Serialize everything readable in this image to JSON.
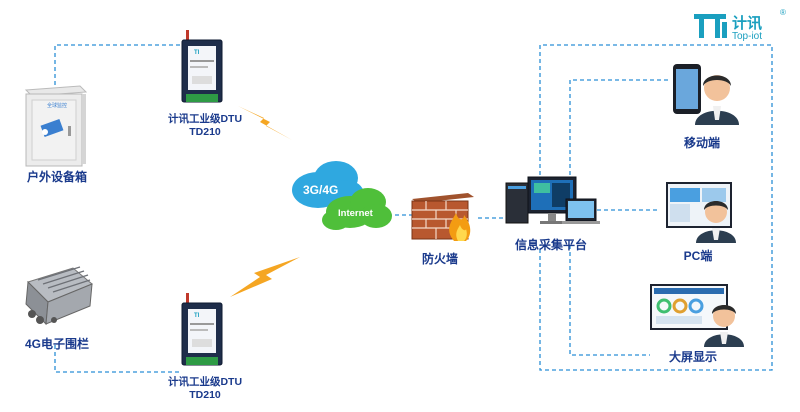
{
  "logo": {
    "cn": "计讯",
    "en": "Top-iot",
    "reg": "®"
  },
  "nodes": {
    "cabinet_label": "户外设备箱",
    "fence_label": "4G电子围栏",
    "dtu_top_label": [
      "计讯工业级DTU",
      "TD210"
    ],
    "dtu_bottom_label": [
      "计讯工业级DTU",
      "TD210"
    ],
    "cloud_3g": "3G/4G",
    "cloud_internet": "Internet",
    "firewall_label": "防火墙",
    "platform_label": "信息采集平台",
    "mobile_label": "移动端",
    "pc_label": "PC端",
    "bigscreen_label": "大屏显示",
    "cabinet_sign": "全球监控"
  },
  "colors": {
    "line": "#2b8fd6",
    "label": "#1a3a8c",
    "lightning": "#f5a623",
    "brand_teal": "#1a9fbf"
  }
}
